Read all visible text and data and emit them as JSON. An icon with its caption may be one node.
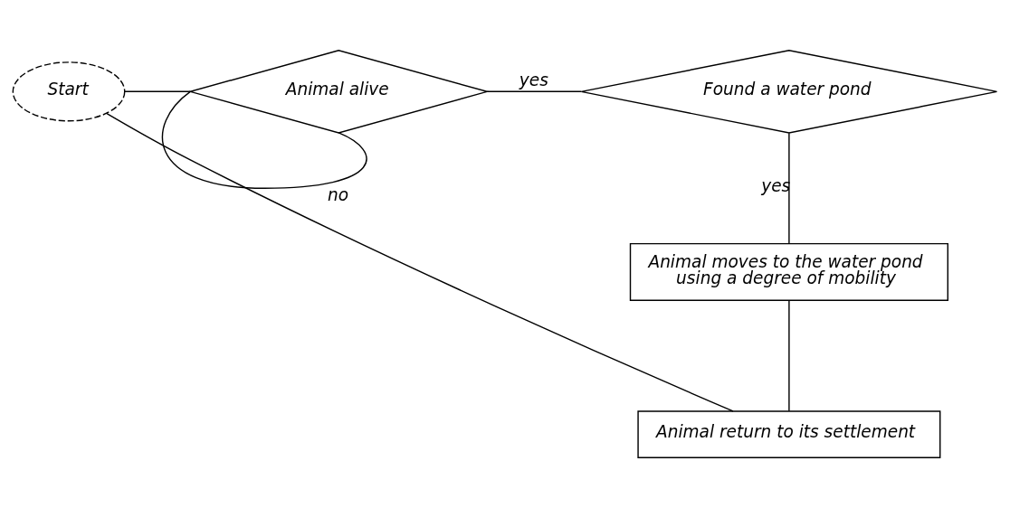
{
  "diagram": {
    "nodes": [
      {
        "text": [
          "Start"
        ]
      },
      {
        "text": [
          "Animal alive"
        ]
      },
      {
        "text": [
          "Found a water pond"
        ]
      },
      {
        "text": [
          "Animal moves to the water pond using a degree of mobility"
        ]
      },
      {
        "text": [
          "Animal return to its settlement"
        ]
      }
    ],
    "edges": [
      {
        "from": 0,
        "to": 1,
        "arrow": "none"
      },
      {
        "from": 1,
        "to": 2,
        "arrow": "none",
        "label": "yes"
      },
      {
        "from": 1,
        "to": 1,
        "arrow": "none",
        "label": "no"
      },
      {
        "from": 2,
        "to": 3,
        "arrow": "none",
        "label": "yes"
      },
      {
        "from": 3,
        "to": 4,
        "arrow": "none"
      },
      {
        "from": 4,
        "to": 0,
        "arrow": "none"
      }
    ]
  }
}
